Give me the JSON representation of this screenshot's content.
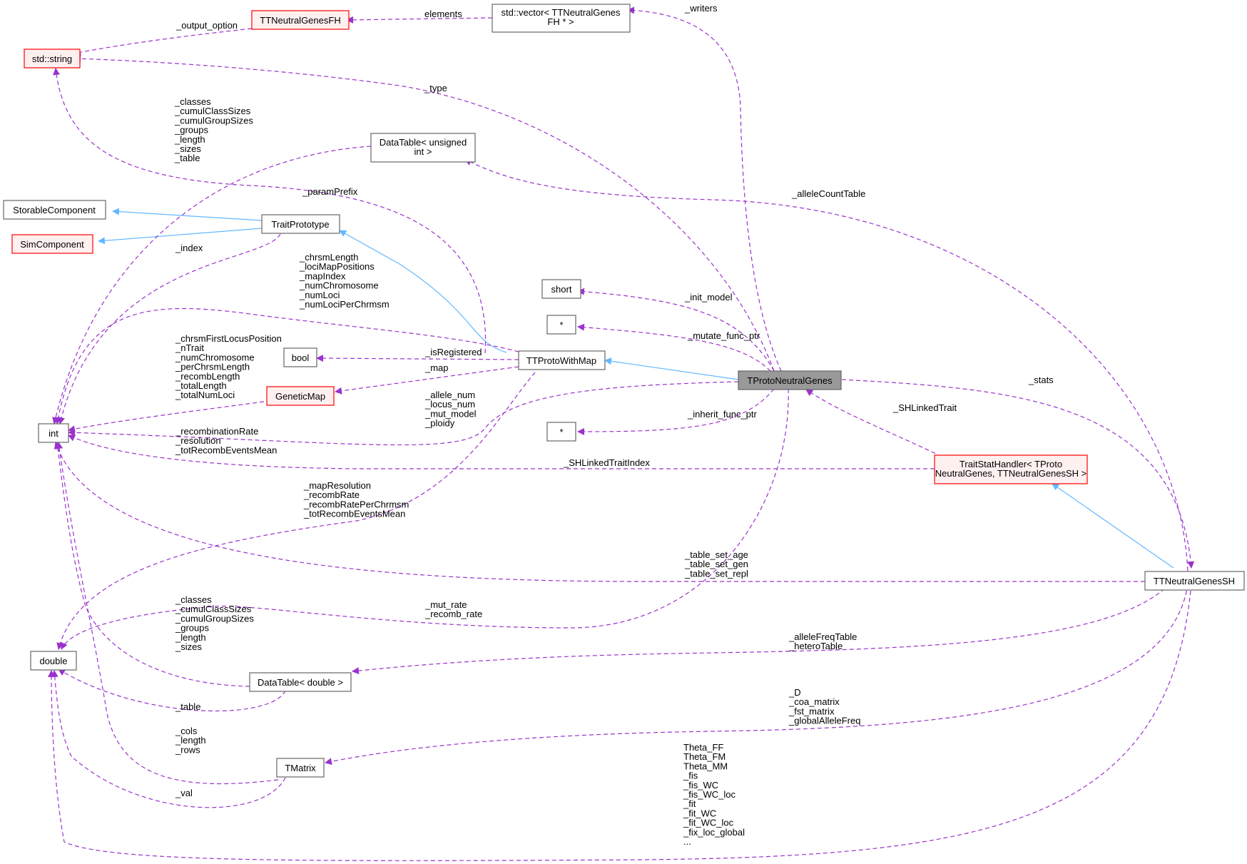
{
  "nodes": {
    "tproto_neutral_genes": "TProtoNeutralGenes",
    "ttneutral_genes_fh": "TTNeutralGenesFH",
    "vector_writers": [
      "std::vector< TTNeutralGenes",
      "FH * >"
    ],
    "std_string": "std::string",
    "datatable_unsigned": [
      "DataTable< unsigned",
      "int >"
    ],
    "storable_component": "StorableComponent",
    "sim_component": "SimComponent",
    "trait_prototype": "TraitPrototype",
    "short": "short",
    "ptr_mutate": "*",
    "bool": "bool",
    "ttproto_with_map": "TTProtoWithMap",
    "genetic_map": "GeneticMap",
    "int": "int",
    "ptr_inherit": "*",
    "trait_stat_handler": [
      "TraitStatHandler< TProto",
      "NeutralGenes, TTNeutralGenesSH >"
    ],
    "ttneutral_genes_sh": "TTNeutralGenesSH",
    "double": "double",
    "datatable_double": "DataTable< double >",
    "tmatrix": "TMatrix"
  },
  "edge_labels": {
    "elements": [
      "elements"
    ],
    "writers": [
      "_writers"
    ],
    "output_option": [
      "_output_option"
    ],
    "type": [
      "_type"
    ],
    "classes_unsigned": [
      "_classes",
      "_cumulClassSizes",
      "_cumulGroupSizes",
      "_groups",
      "_length",
      "_sizes",
      "_table"
    ],
    "param_prefix": [
      "_paramPrefix"
    ],
    "allele_count_table": [
      "_alleleCountTable"
    ],
    "index": [
      "_index"
    ],
    "chrsm_length": [
      "_chrsmLength",
      "_lociMapPositions",
      "_mapIndex",
      "_numChromosome",
      "_numLoci",
      "_numLociPerChrmsm"
    ],
    "init_model": [
      "_init_model"
    ],
    "mutate_func_ptr": [
      "_mutate_func_ptr"
    ],
    "is_registered": [
      "_isRegistered"
    ],
    "map": [
      "_map"
    ],
    "chrsm_first": [
      "_chrsmFirstLocusPosition",
      "_nTrait",
      "_numChromosome",
      "_perChrsmLength",
      "_recombLength",
      "_totalLength",
      "_totalNumLoci"
    ],
    "allele_num": [
      "_allele_num",
      "_locus_num",
      "_mut_model",
      "_ploidy"
    ],
    "inherit_func_ptr": [
      "_inherit_func_ptr"
    ],
    "sh_linked_trait": [
      "_SHLinkedTrait"
    ],
    "stats": [
      "_stats"
    ],
    "recombination_rate": [
      "_recombinationRate",
      "_resolution",
      "_totRecombEventsMean"
    ],
    "sh_linked_trait_index": [
      "_SHLinkedTraitIndex"
    ],
    "map_resolution": [
      "_mapResolution",
      "_recombRate",
      "_recombRatePerChrmsm",
      "_totRecombEventsMean"
    ],
    "table_set": [
      "_table_set_age",
      "_table_set_gen",
      "_table_set_repl"
    ],
    "classes_double": [
      "_classes",
      "_cumulClassSizes",
      "_cumulGroupSizes",
      "_groups",
      "_length",
      "_sizes"
    ],
    "mut_rate": [
      "_mut_rate",
      "_recomb_rate"
    ],
    "allele_freq_table": [
      "_alleleFreqTable",
      "_heteroTable"
    ],
    "table": [
      "_table"
    ],
    "d_matrix": [
      "_D",
      "_coa_matrix",
      "_fst_matrix",
      "_globalAlleleFreq"
    ],
    "cols": [
      "_cols",
      "_length",
      "_rows"
    ],
    "val": [
      "_val"
    ],
    "theta": [
      "Theta_FF",
      "Theta_FM",
      "Theta_MM",
      "_fis",
      "_fis_WC",
      "_fis_WC_loc",
      "_fit",
      "_fit_WC",
      "_fit_WC_loc",
      "_fix_loc_global",
      "..."
    ]
  },
  "colors": {
    "usage_edge": "#9a32cd",
    "inheritance_edge": "#63b8ff",
    "node_border": "#666666",
    "incomplete_node_border": "#ff0000",
    "incomplete_node_fill": "#fff0f0",
    "focus_node_fill": "#999999"
  }
}
